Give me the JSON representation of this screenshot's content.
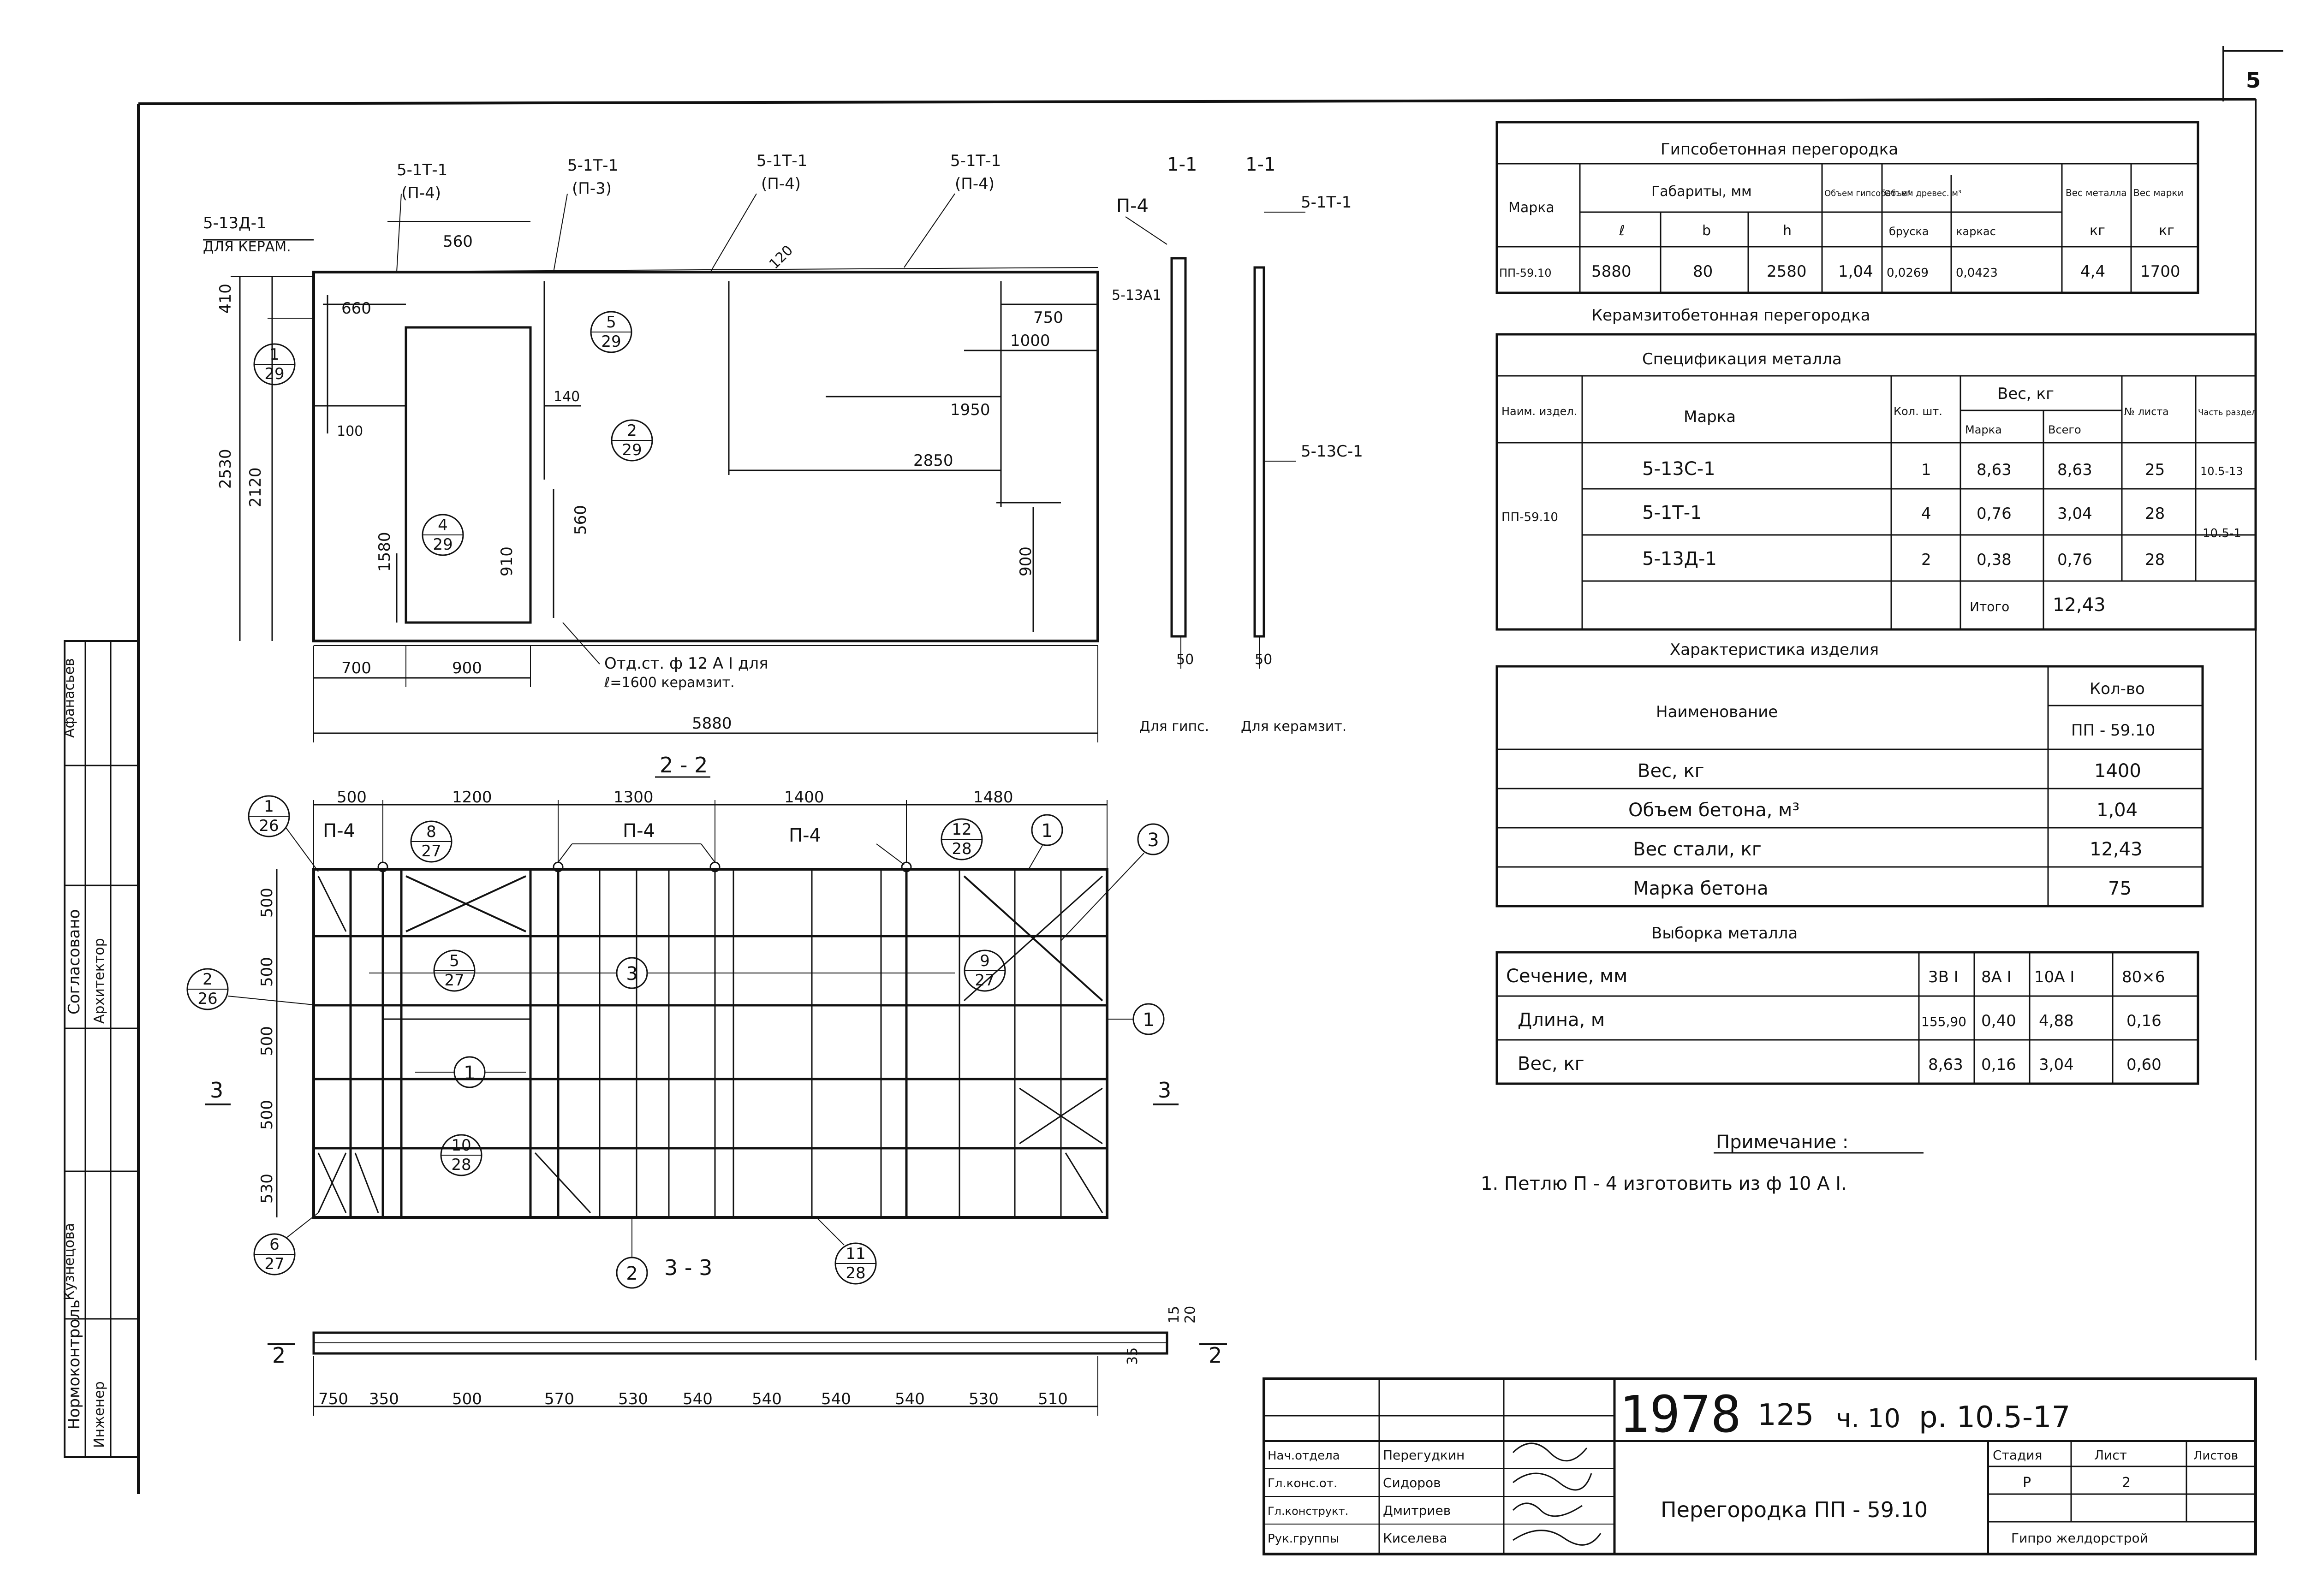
{
  "sheet_number": "5",
  "elevation": {
    "callouts": [
      "5-1Т-1",
      "(П-4)",
      "5-1Т-1",
      "(П-3)",
      "5-1Т-1",
      "(П-4)",
      "5-1Т-1",
      "(П-4)",
      "5-13Д-1",
      "ДЛЯ КЕРАМ.",
      "П-4",
      "1-1",
      "1-1",
      "5-1Т-1",
      "5-13А1",
      "5-13С-1"
    ],
    "dims": [
      "560",
      "410",
      "660",
      "2530",
      "2120",
      "100",
      "1580",
      "910",
      "560",
      "140",
      "750",
      "1000",
      "1950",
      "2850",
      "900",
      "700",
      "900",
      "5880",
      "50",
      "50",
      "120"
    ],
    "rebar_note": "Отд.ст. ф 12 А I для",
    "rebar_note_2": "ℓ=1600   керамзит.",
    "label_gips": "Для гипс.",
    "label_keram": "Для керамзит.",
    "bubbles": [
      {
        "top": "1",
        "bottom": "29"
      },
      {
        "top": "5",
        "bottom": "29"
      },
      {
        "top": "2",
        "bottom": "29"
      },
      {
        "top": "4",
        "bottom": "29"
      }
    ]
  },
  "frame": {
    "section_22": "2 - 2",
    "section_33": "3 - 3",
    "top_dims": [
      "500",
      "1200",
      "1300",
      "1400",
      "1480"
    ],
    "left_dims": [
      "500",
      "500",
      "500",
      "500",
      "530"
    ],
    "loop_labels": [
      "П-4",
      "П-4",
      "П-4"
    ],
    "cut_labels": [
      "3",
      "3",
      "2",
      "2"
    ],
    "plan_dims": [
      "750",
      "350",
      "500",
      "570",
      "530",
      "540",
      "540",
      "540",
      "540",
      "530",
      "510"
    ],
    "side_dims": [
      "15",
      "20",
      "35"
    ],
    "position_marks": [
      "1",
      "3",
      "1",
      "3",
      "1",
      "2"
    ],
    "bubbles": [
      {
        "top": "1",
        "bottom": "26"
      },
      {
        "top": "8",
        "bottom": "27"
      },
      {
        "top": "12",
        "bottom": "28"
      },
      {
        "top": "2",
        "bottom": "26"
      },
      {
        "top": "5",
        "bottom": "27"
      },
      {
        "top": "9",
        "bottom": "27"
      },
      {
        "top": "10",
        "bottom": "28"
      },
      {
        "top": "6",
        "bottom": "27"
      },
      {
        "top": "11",
        "bottom": "28"
      }
    ]
  },
  "gips_table": {
    "title": "Гипсобетонная      перегородка",
    "headers": [
      "Марка",
      "Габариты, мм",
      "Объем гипсобет. м³",
      "Объем древес. м³",
      "Вес металла",
      "Вес марки"
    ],
    "subheaders": [
      "ℓ",
      "b",
      "h",
      "бруска",
      "каркас",
      "кг",
      "кг"
    ],
    "row": [
      "ПП-59.10",
      "5880",
      "80",
      "2580",
      "1,04",
      "0,0269",
      "0,0423",
      "4,4",
      "1700"
    ]
  },
  "keram_title": "Керамзитобетонная       перегородка",
  "spec_table": {
    "title": "Спецификация      металла",
    "headers": [
      "Наим. издел.",
      "Марка",
      "Кол. шт.",
      "Вес, кг",
      "Марка",
      "Всего",
      "№ листа",
      "Часть раздел"
    ],
    "product": "ПП-59.10",
    "rows": [
      [
        "5-13С-1",
        "1",
        "8,63",
        "8,63",
        "25",
        "10.5-13"
      ],
      [
        "5-1Т-1",
        "4",
        "0,76",
        "3,04",
        "28",
        "10.5-1"
      ],
      [
        "5-13Д-1",
        "2",
        "0,38",
        "0,76",
        "28",
        ""
      ]
    ],
    "total_label": "Итого",
    "total_value": "12,43"
  },
  "char_table": {
    "title": "Характеристика       изделия",
    "name_header": "Наименование",
    "qty_header": "Кол-во",
    "qty_subheader": "ПП - 59.10",
    "rows": [
      [
        "Вес, кг",
        "1400"
      ],
      [
        "Объем бетона, м³",
        "1,04"
      ],
      [
        "Вес стали, кг",
        "12,43"
      ],
      [
        "Марка бетона",
        "75"
      ]
    ]
  },
  "metal_table": {
    "title": "Выборка      металла",
    "headers": [
      "Сечение, мм",
      "3В I",
      "8А I",
      "10А I",
      "80×6"
    ],
    "rows": [
      [
        "Длина, м",
        "155,90",
        "0,40",
        "4,88",
        "0,16"
      ],
      [
        "Вес, кг",
        "8,63",
        "0,16",
        "3,04",
        "0,60"
      ]
    ]
  },
  "note": {
    "title": "Примечание :",
    "text": "1. Петлю    П - 4    изготовить    из    ф 10 А I."
  },
  "title_block": {
    "year": "1978",
    "series": "125",
    "part": "ч. 10",
    "sheet_code": "р. 10.5-17",
    "roles": [
      [
        "Нач.отдела",
        "Перегудкин"
      ],
      [
        "Гл.конс.от.",
        "Сидоров"
      ],
      [
        "Гл.конструкт.",
        "Дмитриев"
      ],
      [
        "Рук.группы",
        "Киселева"
      ]
    ],
    "drawing_title": "Перегородка   ПП - 59.10",
    "stage_header": "Стадия",
    "sheet_header": "Лист",
    "sheets_header": "Листов",
    "stage": "Р",
    "sheet": "2",
    "org": "Гипро желдорстрой"
  },
  "side_stamp": [
    "Согласовано",
    "Нормоконтроль",
    "Афанасьев",
    "Кузнецова",
    "Архитектор",
    "Инженер"
  ]
}
